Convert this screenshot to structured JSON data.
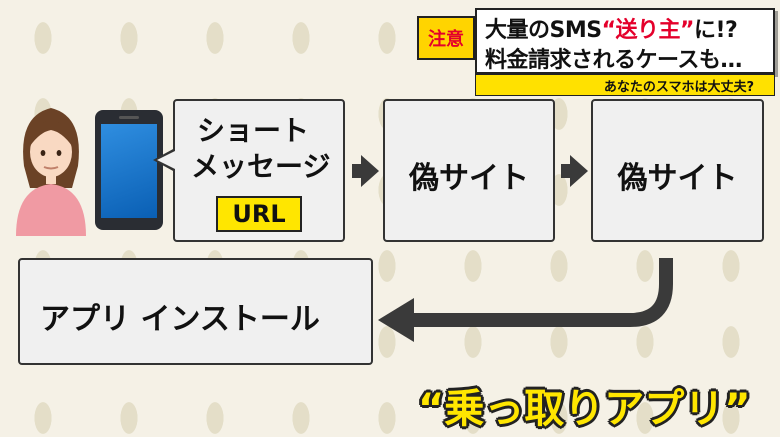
{
  "banner": {
    "badge": "注意",
    "line1_a": "大量のSMS",
    "line1_b": "“送り主”",
    "line1_c": "に!?",
    "line2": "料金請求されるケースも…",
    "sub": "あなたのスマホは大丈夫?"
  },
  "flow": {
    "sms_line1": "ショート",
    "sms_line2": "メッセージ",
    "url": "URL",
    "fake_site_1": "偽サイト",
    "fake_site_2": "偽サイト",
    "app_install": "アプリ インストール"
  },
  "caption": "“乗っ取りアプリ”",
  "colors": {
    "accent_red": "#e4002b",
    "accent_yellow": "#ffe600",
    "box_fill": "#f0f0f0",
    "arrow": "#3a3a3a"
  },
  "icons": [
    "woman-illustration",
    "smartphone-icon",
    "right-arrow-icon",
    "curved-arrow-icon"
  ]
}
